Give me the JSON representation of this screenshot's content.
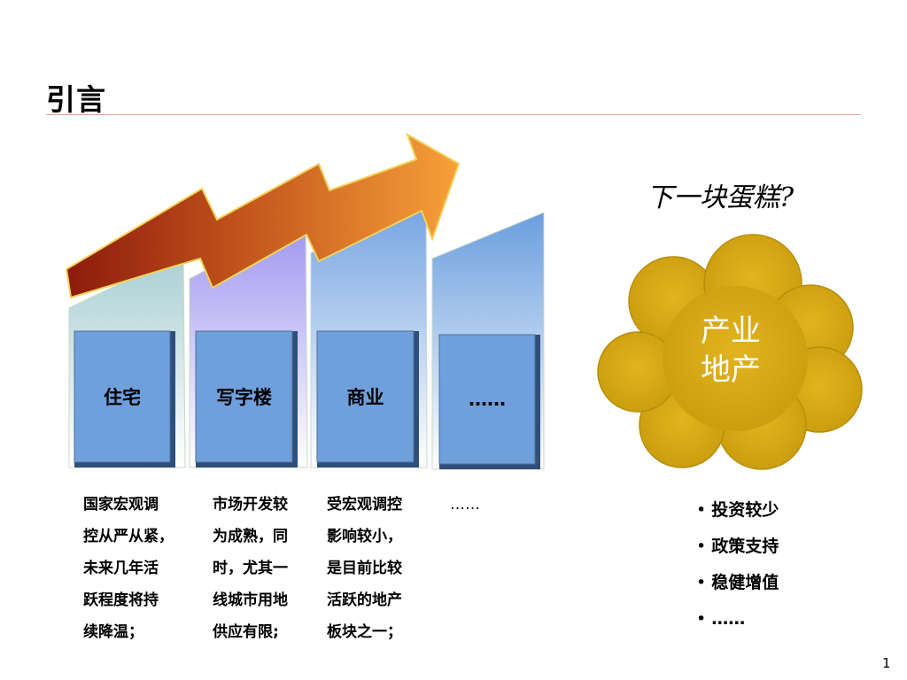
{
  "slide": {
    "title": "引言",
    "page_number": "1"
  },
  "categories": [
    {
      "label": "住宅",
      "description": [
        "国家宏观调",
        "控从严从紧，",
        "未来几年活",
        "跃程度将持",
        "续降温；"
      ]
    },
    {
      "label": "写字楼",
      "description": [
        "市场开发较",
        "为成熟，同",
        "时，尤其一",
        "线城市用地",
        "供应有限;"
      ]
    },
    {
      "label": "商业",
      "description": [
        "受宏观调控",
        "影响较小，",
        "是目前比较",
        "活跃的地产",
        "板块之一；"
      ]
    },
    {
      "label": "……",
      "description": [
        "……"
      ]
    }
  ],
  "highlight": {
    "tagline": "下一块蛋糕?",
    "cloud_lines": [
      "产业",
      "地产"
    ],
    "cloud_color": "#d6a816",
    "bullet_glyph": "•",
    "bullets": [
      "投资较少",
      "政策支持",
      "稳健增值",
      "……"
    ]
  },
  "colors": {
    "box_fill": "#6fa0dc",
    "arrow_start": "#8c1a0c",
    "arrow_end": "#f7a03a",
    "rule": "#e6a1a1"
  }
}
